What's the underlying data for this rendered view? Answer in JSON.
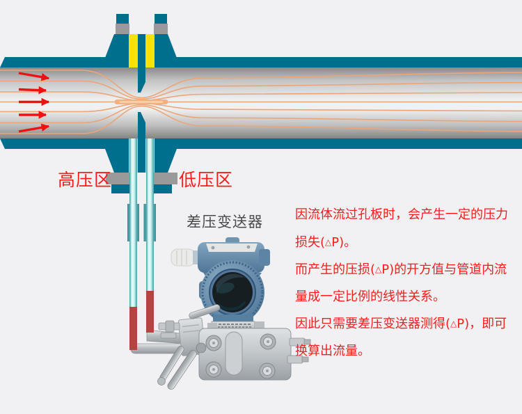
{
  "theme": {
    "background": "#f1f1f4",
    "pipe_teal": "#006f8e",
    "gasket_yellow": "#f6e400",
    "nut_gray": "#9a9a9a",
    "streamline_orange": "#eba577",
    "jet_orange": "#f2b183",
    "arrow_red": "#ee1111",
    "text_red": "#fb1b1b",
    "tube_red": "#b2453f",
    "tube_teal": "#59b0b5",
    "label_dark": "#4a4a4a"
  },
  "pipe_diagram": {
    "type": "orifice-plate-flow-measurement",
    "flow_direction": "left-to-right",
    "flow_arrow_count": 5,
    "streamline_count": 7,
    "high_pressure_label": "高压区",
    "low_pressure_label": "低压区"
  },
  "transmitter": {
    "label": "差压变送器"
  },
  "description": {
    "delta_char": "△",
    "lines": [
      "因流体流过孔板时，会产生一定的压力",
      "损失(△P)。",
      "而产生的压损(△P)的开方值与管道内流",
      "量成一定比例的线性关系。",
      "因此只需要差压变送器测得(△P)，即可",
      "换算出流量。"
    ]
  }
}
